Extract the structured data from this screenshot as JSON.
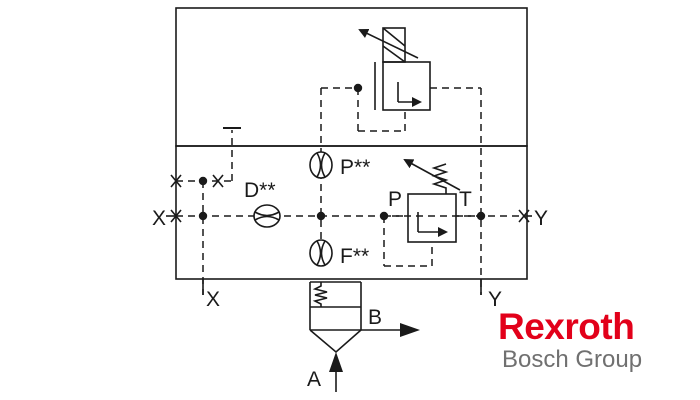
{
  "labels": {
    "d": "D**",
    "p_orifice": "P**",
    "f": "F**",
    "p_port": "P",
    "t_port": "T",
    "x_left": "X",
    "x_bottom": "X",
    "y_right": "Y",
    "y_bottom": "Y",
    "b": "B",
    "a": "A"
  },
  "brand": {
    "name": "Rexroth",
    "sub": "Bosch Group",
    "color": "#e2001a",
    "sub_color": "#707070"
  },
  "colors": {
    "line": "#1a1a1a",
    "background": "#ffffff"
  }
}
